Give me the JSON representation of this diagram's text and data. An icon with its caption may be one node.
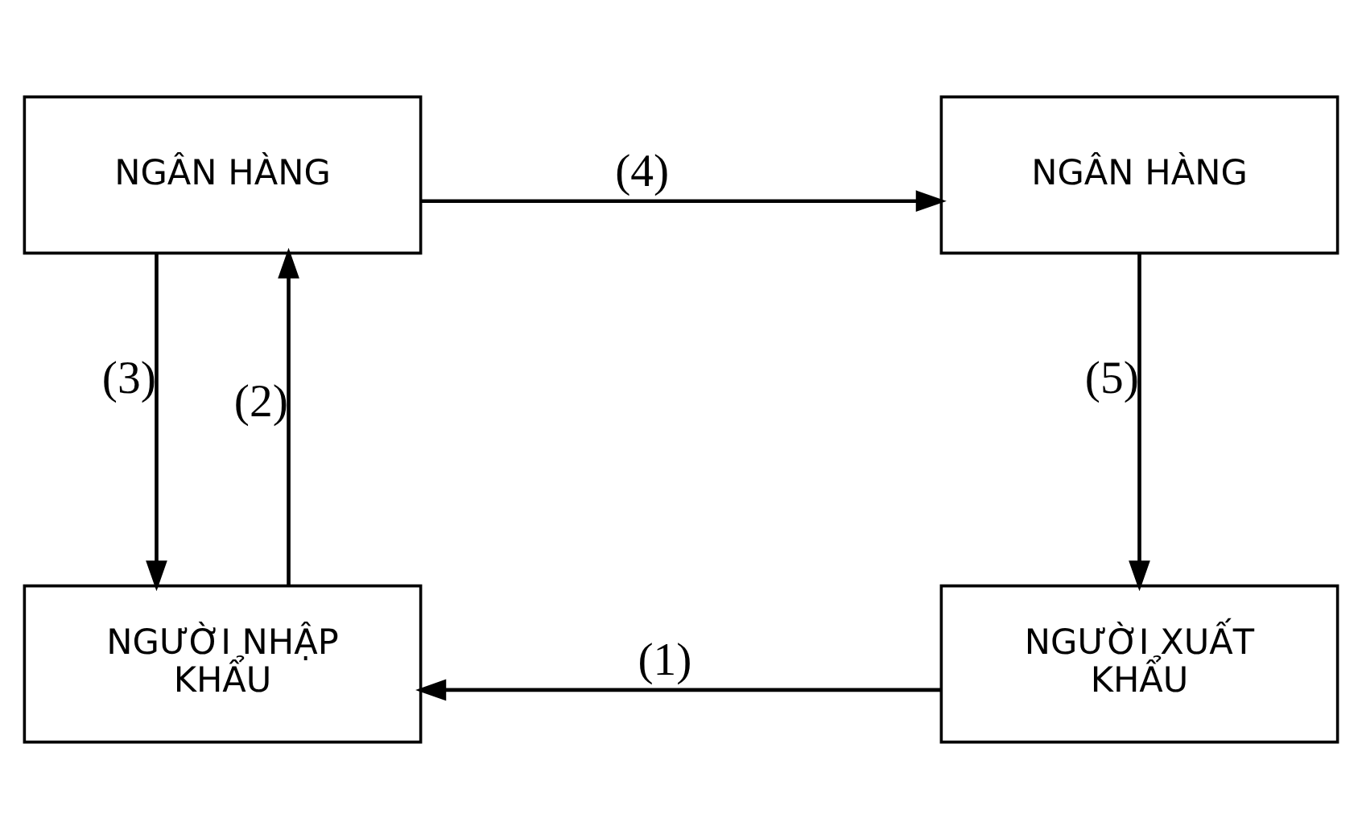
{
  "diagram": {
    "nodes": [
      {
        "text": [
          "NGÂN HÀNG"
        ]
      },
      {
        "text": [
          "NGÂN HÀNG"
        ]
      },
      {
        "text": [
          "NGƯỜI NHẬP KHẨU"
        ]
      },
      {
        "text": [
          "NGƯỜI XUẤT KHẨU"
        ]
      }
    ],
    "edges": [
      {
        "from": 0,
        "to": 1,
        "arrow": "to",
        "label": "(4)"
      },
      {
        "from": 0,
        "to": 2,
        "arrow": "to",
        "label": "(3)"
      },
      {
        "from": 2,
        "to": 0,
        "arrow": "to",
        "label": "(2)"
      },
      {
        "from": 1,
        "to": 3,
        "arrow": "to",
        "label": "(5)"
      },
      {
        "from": 3,
        "to": 2,
        "arrow": "to",
        "label": "(1)"
      }
    ]
  }
}
